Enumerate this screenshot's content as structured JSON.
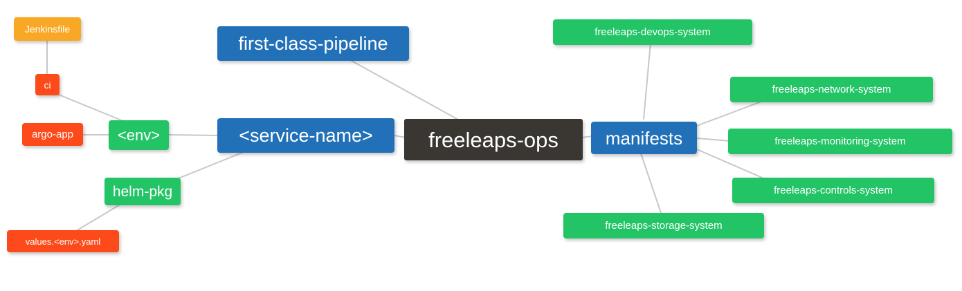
{
  "diagram": {
    "type": "mindmap",
    "title": "freeleaps-ops repository structure",
    "background_color": "#ffffff",
    "edge_color": "#c8c8c8",
    "root": "freeleaps-ops"
  },
  "palette": {
    "root_dark": "#3a3733",
    "blue": "#2271b8",
    "green": "#22c466",
    "orange": "#f9a825",
    "red": "#fc4a1a",
    "text": "#ffffff"
  },
  "nodes": [
    {
      "id": "freeleaps-ops",
      "label": "freeleaps-ops",
      "color": "#3a3733",
      "level": 0
    },
    {
      "id": "service-name",
      "label": "<service-name>",
      "color": "#2271b8",
      "level": 1
    },
    {
      "id": "manifests",
      "label": "manifests",
      "color": "#2271b8",
      "level": 1
    },
    {
      "id": "first-class-pipeline",
      "label": "first-class-pipeline",
      "color": "#2271b8",
      "level": 1
    },
    {
      "id": "env",
      "label": "<env>",
      "color": "#22c466",
      "level": 2
    },
    {
      "id": "helm-pkg",
      "label": "helm-pkg",
      "color": "#22c466",
      "level": 2
    },
    {
      "id": "ci",
      "label": "ci",
      "color": "#fc4a1a",
      "level": 3
    },
    {
      "id": "argo-app",
      "label": "argo-app",
      "color": "#fc4a1a",
      "level": 3
    },
    {
      "id": "jenkinsfile",
      "label": "Jenkinsfile",
      "color": "#f9a825",
      "level": 4
    },
    {
      "id": "values-env-yaml",
      "label": "values.<env>.yaml",
      "color": "#fc4a1a",
      "level": 3
    },
    {
      "id": "freeleaps-devops-system",
      "label": "freeleaps-devops-system",
      "color": "#22c466",
      "level": 2
    },
    {
      "id": "freeleaps-network-system",
      "label": "freeleaps-network-system",
      "color": "#22c466",
      "level": 2
    },
    {
      "id": "freeleaps-monitoring-system",
      "label": "freeleaps-monitoring-system",
      "color": "#22c466",
      "level": 2
    },
    {
      "id": "freeleaps-controls-system",
      "label": "freeleaps-controls-system",
      "color": "#22c466",
      "level": 2
    },
    {
      "id": "freeleaps-storage-system",
      "label": "freeleaps-storage-system",
      "color": "#22c466",
      "level": 2
    }
  ],
  "edges": [
    {
      "from": "freeleaps-ops",
      "to": "service-name"
    },
    {
      "from": "freeleaps-ops",
      "to": "manifests"
    },
    {
      "from": "freeleaps-ops",
      "to": "first-class-pipeline"
    },
    {
      "from": "service-name",
      "to": "env"
    },
    {
      "from": "service-name",
      "to": "helm-pkg"
    },
    {
      "from": "env",
      "to": "ci"
    },
    {
      "from": "env",
      "to": "argo-app"
    },
    {
      "from": "ci",
      "to": "jenkinsfile"
    },
    {
      "from": "helm-pkg",
      "to": "values-env-yaml"
    },
    {
      "from": "manifests",
      "to": "freeleaps-devops-system"
    },
    {
      "from": "manifests",
      "to": "freeleaps-network-system"
    },
    {
      "from": "manifests",
      "to": "freeleaps-monitoring-system"
    },
    {
      "from": "manifests",
      "to": "freeleaps-controls-system"
    },
    {
      "from": "manifests",
      "to": "freeleaps-storage-system"
    }
  ]
}
